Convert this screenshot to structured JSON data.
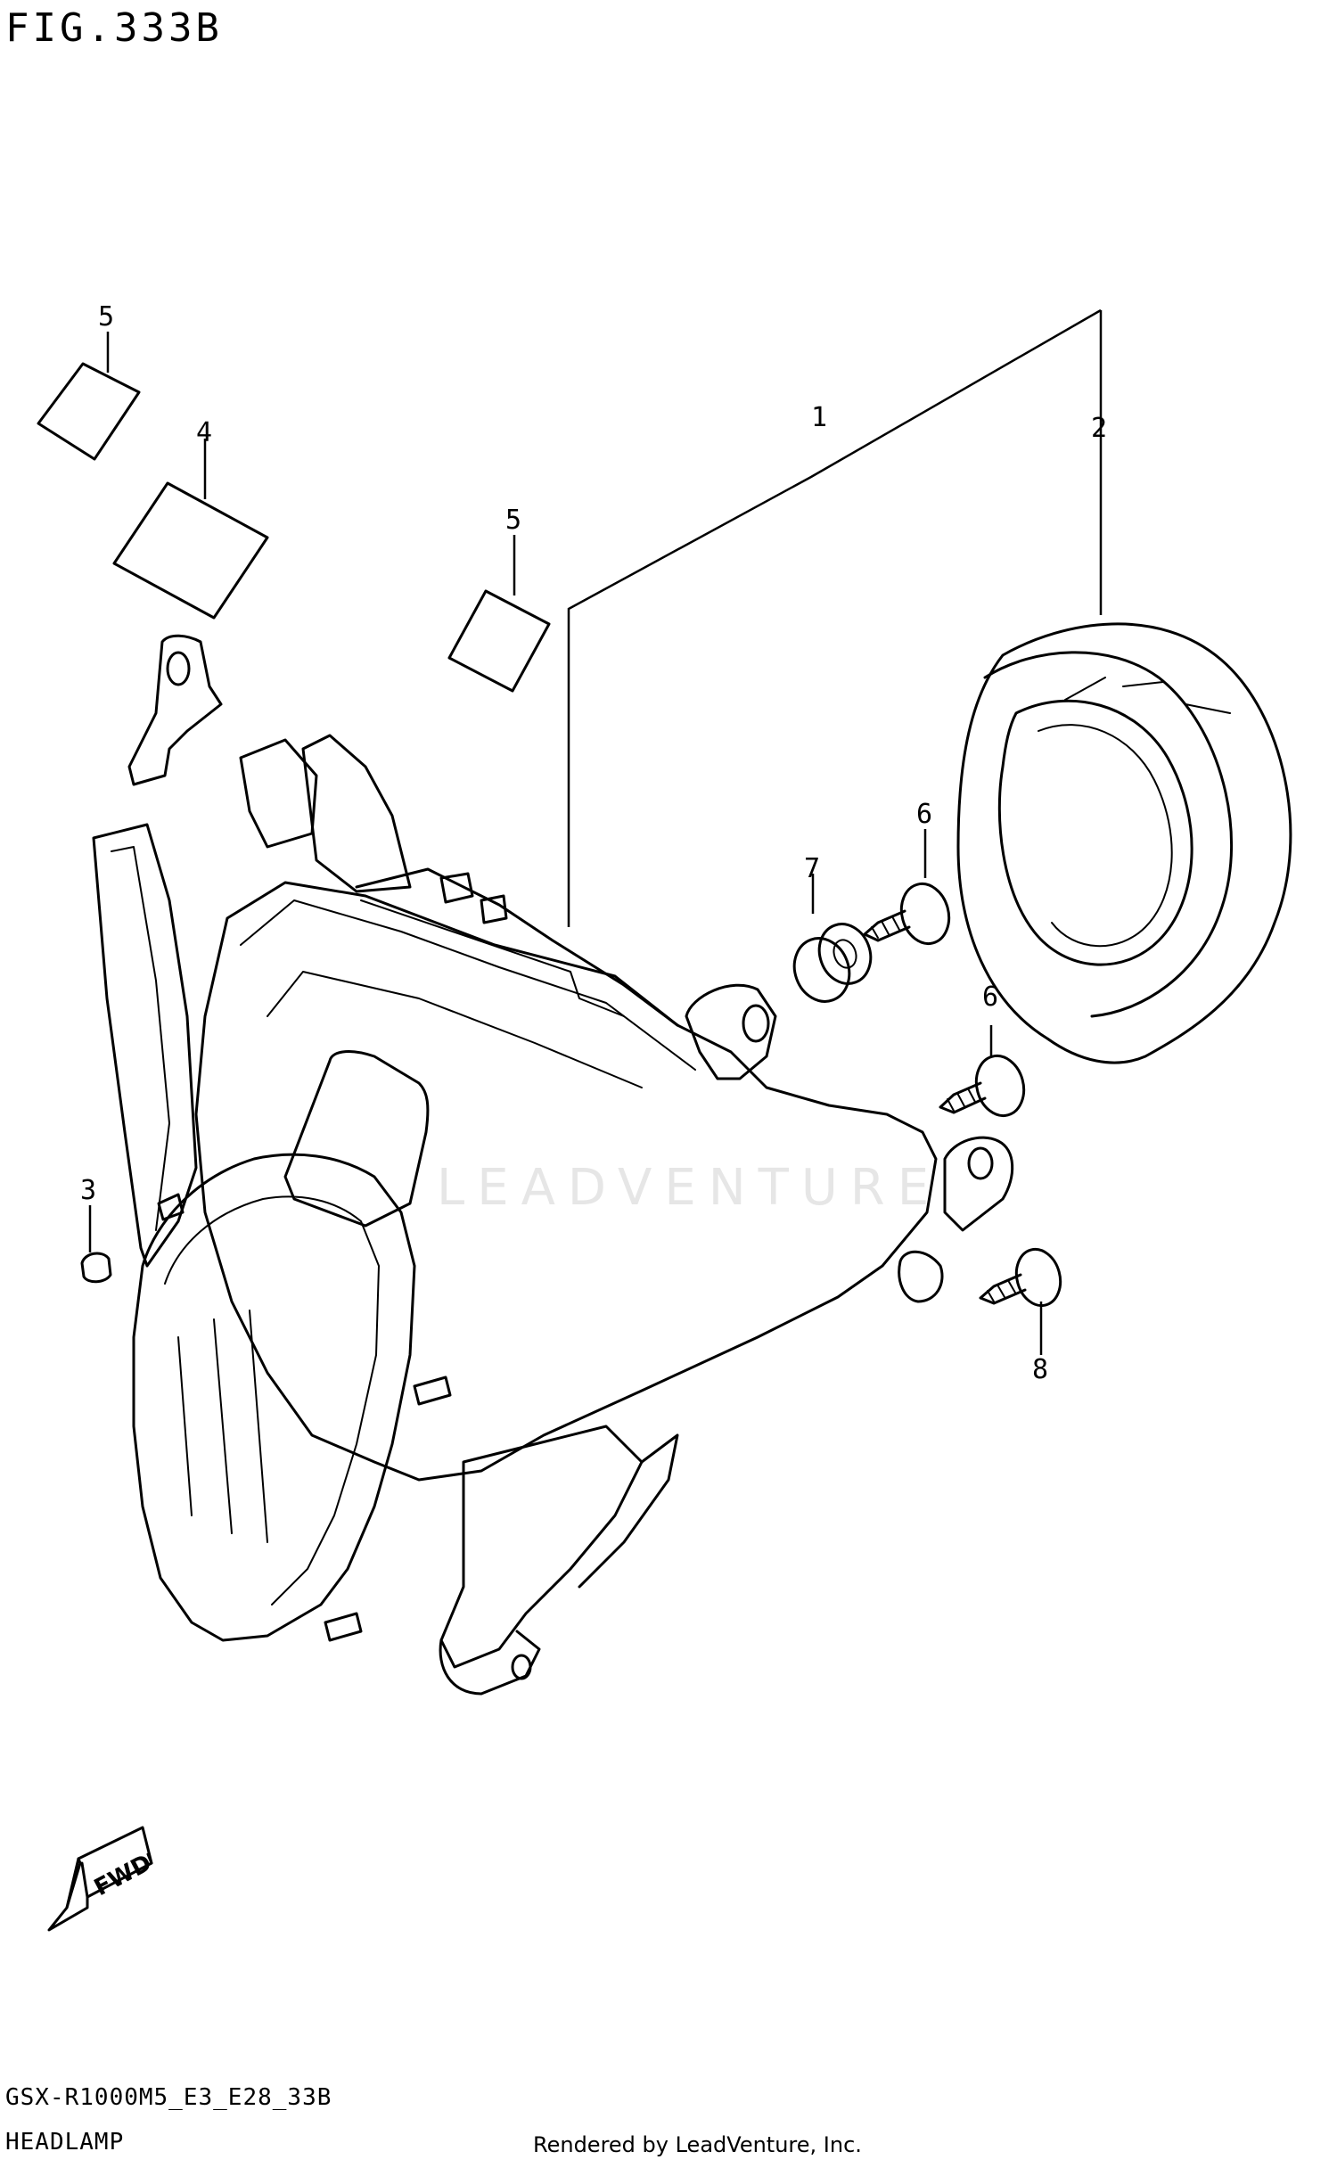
{
  "figure": {
    "title": "FIG.333B",
    "model_code": "GSX-R1000M5_E3_E28_33B",
    "section_name": "HEADLAMP",
    "credit": "Rendered by LeadVenture, Inc.",
    "watermark": "LEADVENTURE"
  },
  "callouts": [
    {
      "id": "c1",
      "label": "1"
    },
    {
      "id": "c2",
      "label": "2"
    },
    {
      "id": "c3",
      "label": "3"
    },
    {
      "id": "c4",
      "label": "4"
    },
    {
      "id": "c5a",
      "label": "5"
    },
    {
      "id": "c5b",
      "label": "5"
    },
    {
      "id": "c6a",
      "label": "6"
    },
    {
      "id": "c6b",
      "label": "6"
    },
    {
      "id": "c7",
      "label": "7"
    },
    {
      "id": "c8",
      "label": "8"
    }
  ],
  "direction_marker": {
    "label": "FWD",
    "icon": "forward-arrow-icon"
  }
}
